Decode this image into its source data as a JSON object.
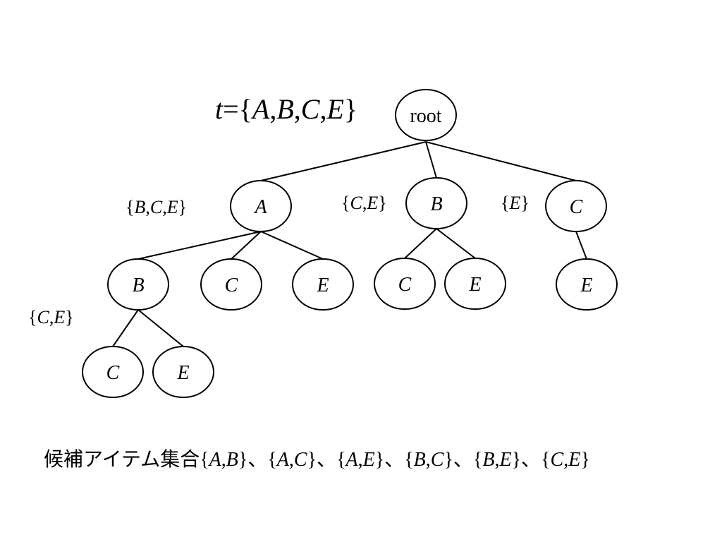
{
  "title": {
    "var": "t",
    "eq": "={",
    "items": [
      "A",
      "B",
      "C",
      "E"
    ],
    "close": "}"
  },
  "tree": {
    "nodes": [
      {
        "id": "root",
        "label": "root"
      },
      {
        "id": "A",
        "label": "A"
      },
      {
        "id": "B",
        "label": "B"
      },
      {
        "id": "C",
        "label": "C"
      },
      {
        "id": "AB",
        "label": "B"
      },
      {
        "id": "AC",
        "label": "C"
      },
      {
        "id": "AE",
        "label": "E"
      },
      {
        "id": "BC",
        "label": "C"
      },
      {
        "id": "BE",
        "label": "E"
      },
      {
        "id": "CE",
        "label": "E"
      },
      {
        "id": "ABC",
        "label": "C"
      },
      {
        "id": "ABE",
        "label": "E"
      }
    ],
    "edges": [
      [
        "root",
        "A"
      ],
      [
        "root",
        "B"
      ],
      [
        "root",
        "C"
      ],
      [
        "A",
        "AB"
      ],
      [
        "A",
        "AC"
      ],
      [
        "A",
        "AE"
      ],
      [
        "B",
        "BC"
      ],
      [
        "B",
        "BE"
      ],
      [
        "C",
        "CE"
      ],
      [
        "AB",
        "ABC"
      ],
      [
        "AB",
        "ABE"
      ]
    ],
    "set_labels": [
      {
        "node": "A",
        "items": [
          "B",
          "C",
          "E"
        ]
      },
      {
        "node": "B",
        "items": [
          "C",
          "E"
        ]
      },
      {
        "node": "C",
        "items": [
          "E"
        ]
      },
      {
        "node": "AB",
        "items": [
          "C",
          "E"
        ]
      }
    ]
  },
  "caption": {
    "prefix": "候補アイテム集合",
    "separator": "、",
    "sets": [
      [
        "A",
        "B"
      ],
      [
        "A",
        "C"
      ],
      [
        "A",
        "E"
      ],
      [
        "B",
        "C"
      ],
      [
        "B",
        "E"
      ],
      [
        "C",
        "E"
      ]
    ]
  }
}
